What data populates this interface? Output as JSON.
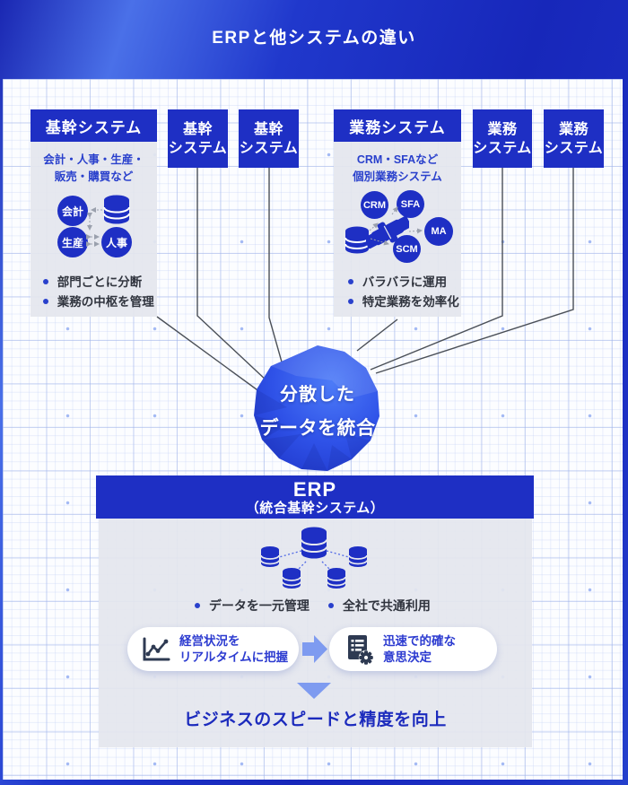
{
  "header": {
    "title": "ERPと他システムの違い"
  },
  "core_group": {
    "main_label": "基幹システム",
    "sub_label_line1": "基幹",
    "sub_label_line2": "システム",
    "desc_line1": "会計・人事・生産・",
    "desc_line2": "販売・購買など",
    "nodes": [
      "会計",
      "生産",
      "人事"
    ],
    "bullets": [
      "部門ごとに分断",
      "業務の中枢を管理"
    ]
  },
  "biz_group": {
    "main_label": "業務システム",
    "sub_label_line1": "業務",
    "sub_label_line2": "システム",
    "desc_line1": "CRM・SFAなど",
    "desc_line2": "個別業務システム",
    "nodes": [
      "CRM",
      "SFA",
      "MA",
      "SCM"
    ],
    "bullets": [
      "バラバラに運用",
      "特定業務を効率化"
    ]
  },
  "integration": {
    "line1": "分散した",
    "line2": "データを統合"
  },
  "erp": {
    "title": "ERP",
    "subtitle": "（統合基幹システム）",
    "bullets": [
      "データを一元管理",
      "全社で共通利用"
    ],
    "flow_steps": [
      {
        "icon": "line-chart-icon",
        "line1": "経営状況を",
        "line2": "リアルタイムに把握"
      },
      {
        "icon": "document-gear-icon",
        "line1": "迅速で的確な",
        "line2": "意思決定"
      }
    ],
    "headline": "ビジネスのスピードと精度を向上"
  },
  "colors": {
    "primary_blue": "#1e2fc4",
    "text_blue": "#2940cc",
    "panel_gray": "#e5e7ee",
    "accent_arrow": "#7e9bf0",
    "headline_blue": "#1c2bbd",
    "connector_gray": "#4a4f57",
    "frame_blue_dark": "#1727ba",
    "frame_blue_light": "#4a70e8"
  }
}
